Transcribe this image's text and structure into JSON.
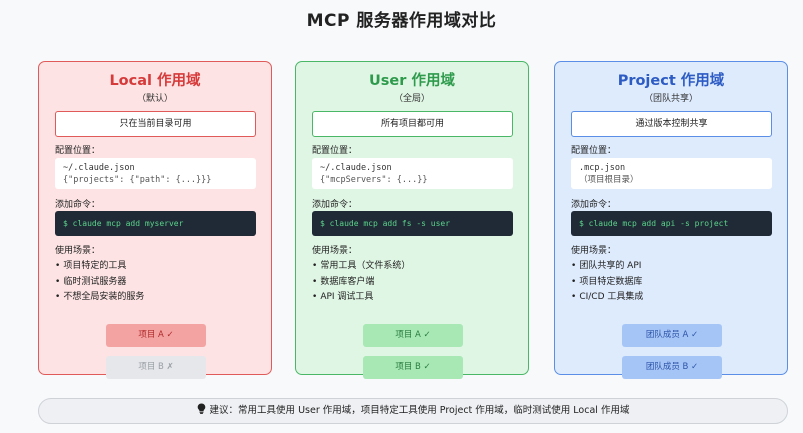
{
  "title": "MCP 服务器作用域对比",
  "colors": {
    "local": "#e15a5a",
    "user": "#49b766",
    "project": "#5b8ee6",
    "command_text": "#5bd38a",
    "command_bg": "#1f2a36"
  },
  "cards": [
    {
      "key": "local",
      "title": "Local 作用域",
      "subtitle": "（默认）",
      "description": "只在当前目录可用",
      "config_label": "配置位置：",
      "config_path": "~/.claude.json",
      "config_detail": "{\"projects\": {\"path\": {...}}}",
      "command_label": "添加命令：",
      "command": "$ claude mcp add myserver",
      "use_label": "使用场景：",
      "uses": [
        "项目特定的工具",
        "临时测试服务器",
        "不想全局安装的服务"
      ],
      "pill_a": "项目 A ✓",
      "pill_b": "项目 B ✗"
    },
    {
      "key": "user",
      "title": "User 作用域",
      "subtitle": "（全局）",
      "description": "所有项目都可用",
      "config_label": "配置位置：",
      "config_path": "~/.claude.json",
      "config_detail": "{\"mcpServers\": {...}}",
      "command_label": "添加命令：",
      "command": "$ claude mcp add fs -s user",
      "use_label": "使用场景：",
      "uses": [
        "常用工具（文件系统）",
        "数据库客户端",
        "API 调试工具"
      ],
      "pill_a": "项目 A ✓",
      "pill_b": "项目 B ✓"
    },
    {
      "key": "project",
      "title": "Project 作用域",
      "subtitle": "（团队共享）",
      "description": "通过版本控制共享",
      "config_label": "配置位置：",
      "config_path": ".mcp.json",
      "config_detail": "（项目根目录）",
      "command_label": "添加命令：",
      "command": "$ claude mcp add api -s project",
      "use_label": "使用场景：",
      "uses": [
        "团队共享的 API",
        "项目特定数据库",
        "CI/CD 工具集成"
      ],
      "pill_a": "团队成员 A ✓",
      "pill_b": "团队成员 B ✓"
    }
  ],
  "tip": {
    "icon": "lightbulb-icon",
    "text": "建议：常用工具使用 User 作用域，项目特定工具使用 Project 作用域，临时测试使用 Local 作用域"
  }
}
